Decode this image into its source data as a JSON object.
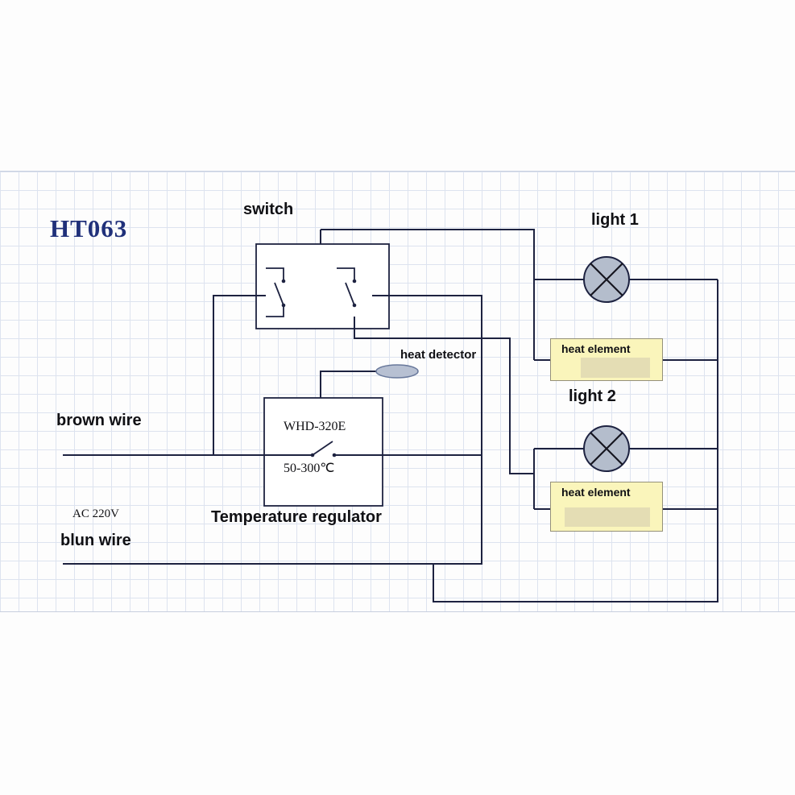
{
  "title": "HT063",
  "colors": {
    "wire": "#1d2240",
    "label_color": "#101014",
    "title_color": "#20307a",
    "grid_line": "#dde3ef",
    "grid_edge": "#c7cfdf",
    "lamp_fill": "#b4bdcc",
    "detector_fill": "#b7c0d2",
    "heat_element_fill": "#faf5bb",
    "heat_element_border": "#95917a",
    "heat_element_patch": "#e4ddb4"
  },
  "components": {
    "switch": {
      "label": "switch"
    },
    "light1": {
      "label": "light 1"
    },
    "light2": {
      "label": "light 2"
    },
    "heat_detector": {
      "label": "heat detector"
    },
    "heat_element1": {
      "label": "heat element"
    },
    "heat_element2": {
      "label": "heat element"
    },
    "regulator": {
      "label": "Temperature regulator",
      "model": "WHD-320E",
      "range": "50-300℃"
    }
  },
  "wires": {
    "brown": {
      "label": "brown wire"
    },
    "blue": {
      "label": "blun wire"
    },
    "supply": {
      "label": "AC 220V"
    }
  }
}
